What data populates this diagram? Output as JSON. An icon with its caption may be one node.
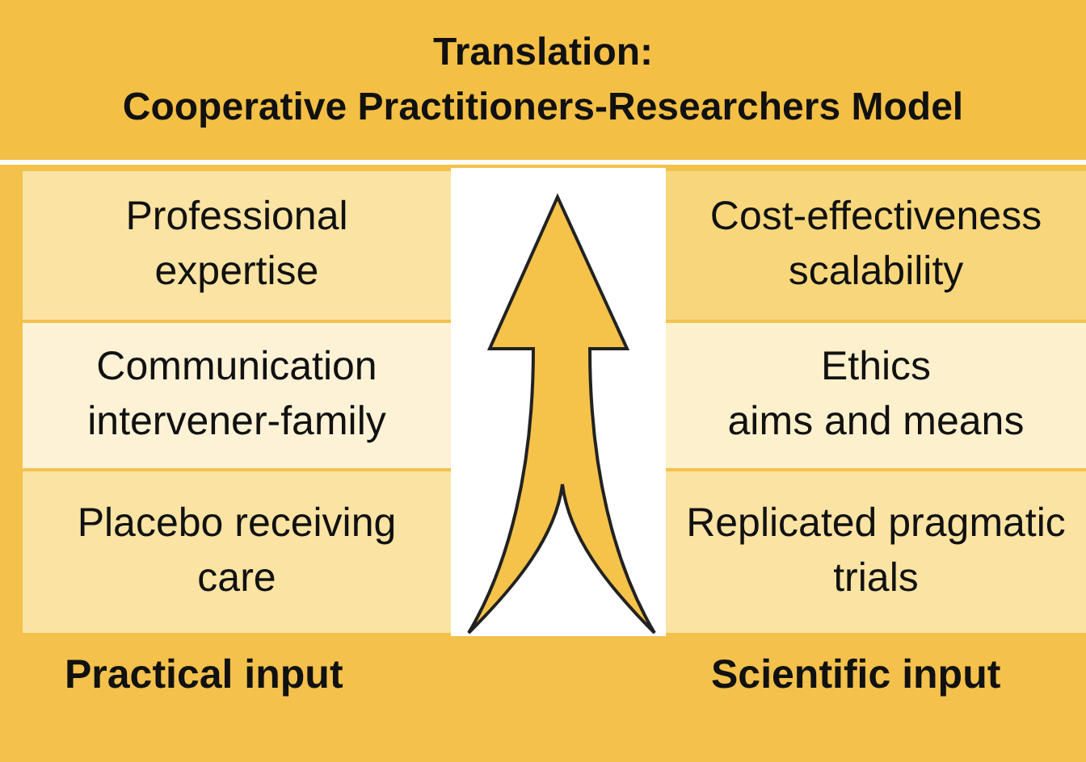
{
  "diagram": {
    "nodes": [
      {
        "text": [
          "Translation:",
          "Cooperative Practitioners-Researchers Model"
        ]
      },
      {
        "text": [
          "Professional expertise"
        ]
      },
      {
        "text": [
          "Communication intervener-family"
        ]
      },
      {
        "text": [
          "Placebo receiving care"
        ]
      },
      {
        "text": [
          "Cost-effectiveness scalability"
        ]
      },
      {
        "text": [
          "Ethics",
          "aims and means"
        ]
      },
      {
        "text": [
          "Replicated pragmatic trials"
        ]
      }
    ],
    "edges": [],
    "labels": [
      "Practical input",
      "Scientific input"
    ]
  }
}
